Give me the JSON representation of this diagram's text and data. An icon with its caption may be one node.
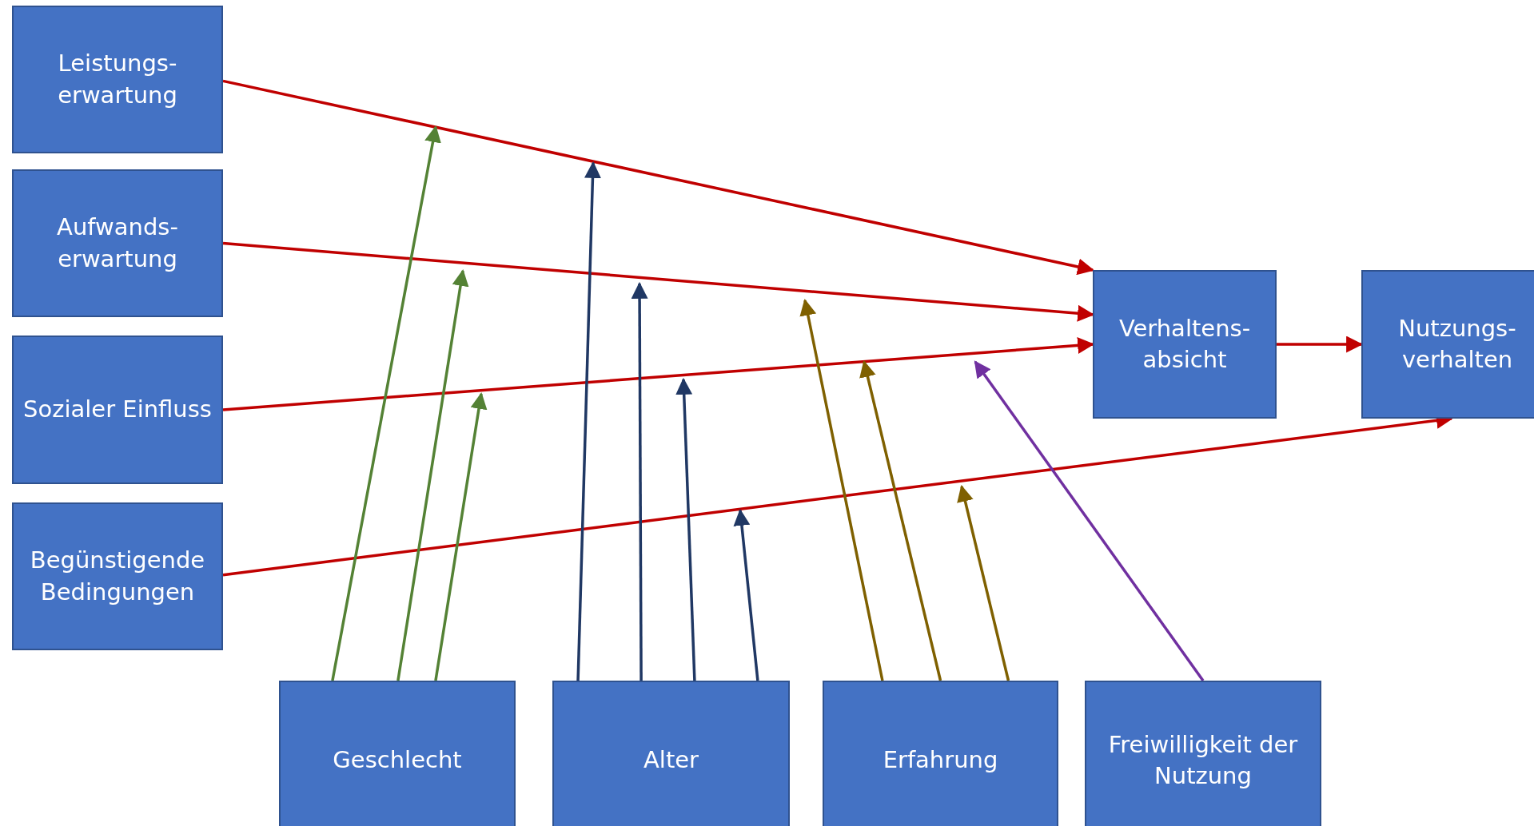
{
  "diagram": {
    "nodes": [
      {
        "text": [
          "Leistungs- erwartung"
        ]
      },
      {
        "text": [
          "Aufwands- erwartung"
        ]
      },
      {
        "text": [
          "Sozialer Einfluss"
        ]
      },
      {
        "text": [
          "Begünstigende Bedingungen"
        ]
      },
      {
        "text": [
          "Verhaltens- absicht"
        ]
      },
      {
        "text": [
          "Nutzungs- verhalten"
        ]
      },
      {
        "text": [
          "Geschlecht"
        ]
      },
      {
        "text": [
          "Alter"
        ]
      },
      {
        "text": [
          "Erfahrung"
        ]
      },
      {
        "text": [
          "Freiwilligkeit der Nutzung"
        ]
      }
    ],
    "edges": [
      {
        "from": 0,
        "to": 4,
        "arrow": "to"
      },
      {
        "from": 1,
        "to": 4,
        "arrow": "to"
      },
      {
        "from": 2,
        "to": 4,
        "arrow": "to"
      },
      {
        "from": 4,
        "to": 5,
        "arrow": "to"
      },
      {
        "from": 3,
        "to": 5,
        "arrow": "to"
      },
      {
        "from": 6,
        "to": null,
        "arrow": "to",
        "color": "#548235"
      },
      {
        "from": 6,
        "to": null,
        "arrow": "to",
        "color": "#548235"
      },
      {
        "from": 6,
        "to": null,
        "arrow": "to",
        "color": "#548235"
      },
      {
        "from": 7,
        "to": null,
        "arrow": "to",
        "color": "#203864"
      },
      {
        "from": 7,
        "to": null,
        "arrow": "to",
        "color": "#203864"
      },
      {
        "from": 7,
        "to": null,
        "arrow": "to",
        "color": "#203864"
      },
      {
        "from": 7,
        "to": null,
        "arrow": "to",
        "color": "#203864"
      },
      {
        "from": 8,
        "to": null,
        "arrow": "to",
        "color": "#7f6000"
      },
      {
        "from": 8,
        "to": null,
        "arrow": "to",
        "color": "#7f6000"
      },
      {
        "from": 8,
        "to": null,
        "arrow": "to",
        "color": "#7f6000"
      },
      {
        "from": 9,
        "to": null,
        "arrow": "to",
        "color": "#7030a0"
      }
    ]
  }
}
